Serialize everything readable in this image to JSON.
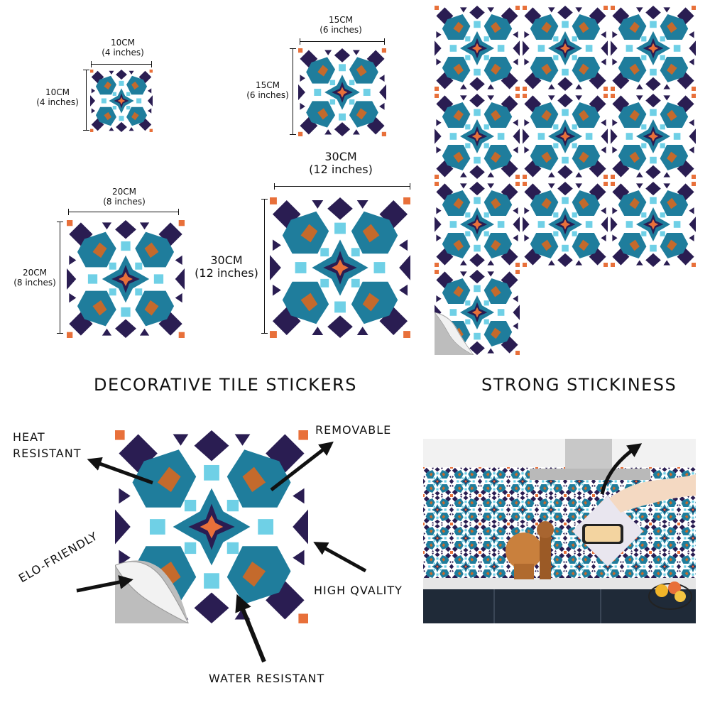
{
  "sizes": {
    "s10": {
      "cm": "10CM",
      "inch": "(4 inches)"
    },
    "s15": {
      "cm": "15CM",
      "inch": "(6 inches)"
    },
    "s20": {
      "cm": "20CM",
      "inch": "(8 inches)"
    },
    "s30": {
      "cm": "30CM",
      "inch": "(12 inches)"
    }
  },
  "headings": {
    "left": "DECORATIVE TILE STICKERS",
    "right": "STRONG STICKINESS"
  },
  "features": {
    "heat_line1": "HEAT",
    "heat_line2": "RESISTANT",
    "removable": "REMOVABLE",
    "eco": "ELO-FRIENDLY",
    "quality": "HIGH QVALITY",
    "water": "WATER RESISTANT"
  },
  "colors": {
    "teal": "#1f7d9c",
    "navy": "#2a1d52",
    "light_blue": "#6fd0e6",
    "orange": "#e8703a",
    "brown": "#c46a2c"
  }
}
